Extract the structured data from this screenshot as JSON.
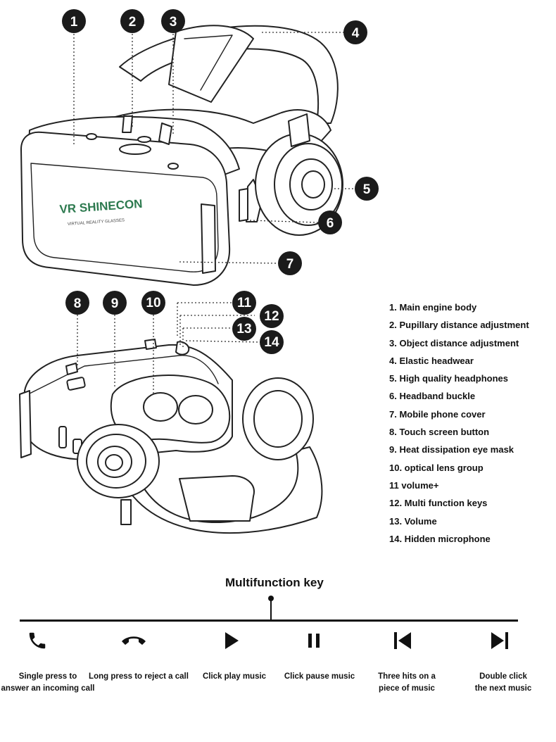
{
  "callouts": [
    "1",
    "2",
    "3",
    "4",
    "5",
    "6",
    "7",
    "8",
    "9",
    "10",
    "11",
    "12",
    "13",
    "14"
  ],
  "brand": {
    "name": "VR SHINECON",
    "tagline": "VIRTUAL REALITY GLASSES"
  },
  "legend": [
    "1. Main engine body",
    "2. Pupillary distance adjustment",
    "3. Object distance adjustment",
    "4. Elastic headwear",
    "5. High quality headphones",
    "6. Headband buckle",
    "7. Mobile phone cover",
    "8. Touch screen button",
    "9. Heat dissipation eye mask",
    "10. optical lens group",
    "11 volume+",
    "12. Multi function keys",
    "13. Volume",
    "14. Hidden microphone"
  ],
  "multifunction": {
    "title": "Multifunction key",
    "keys": [
      {
        "icon": "phone-answer-icon",
        "line1": "Single press to",
        "line2": "answer an incoming call"
      },
      {
        "icon": "phone-hangup-icon",
        "line1": "Long press to reject a call",
        "line2": ""
      },
      {
        "icon": "play-icon",
        "line1": "Click play music",
        "line2": ""
      },
      {
        "icon": "pause-icon",
        "line1": "Click pause music",
        "line2": ""
      },
      {
        "icon": "previous-track-icon",
        "line1": "Three hits on a",
        "line2": "piece of music"
      },
      {
        "icon": "next-track-icon",
        "line1": "Double click",
        "line2": "the next music"
      }
    ]
  }
}
